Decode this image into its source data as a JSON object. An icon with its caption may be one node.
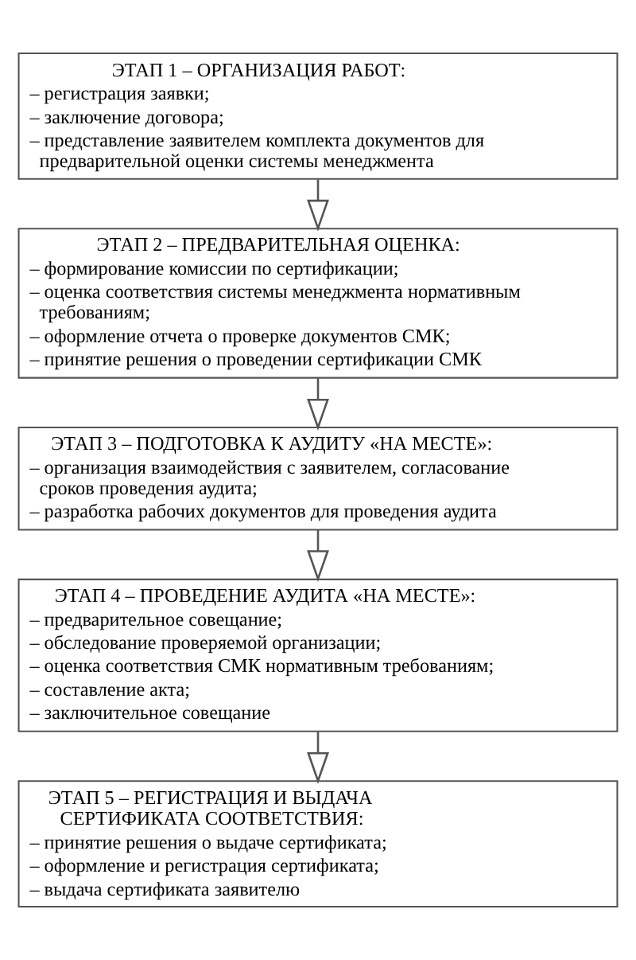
{
  "diagram": {
    "nodes": [
      {
        "text": [
          "ЭТАП 1 – ОРГАНИЗАЦИЯ РАБОТ:",
          "– регистрация заявки;",
          "– заключение договора;",
          "– представление заявителем комплекта документов для предварительной оценки системы менеджмента"
        ]
      },
      {
        "text": [
          "ЭТАП 2 – ПРЕДВАРИТЕЛЬНАЯ ОЦЕНКА:",
          "– формирование комиссии по сертификации;",
          "– оценка соответствия системы менеджмента нормативным требованиям;",
          "– оформление отчета о проверке документов СМК;",
          "– принятие решения о проведении сертификации СМК"
        ]
      },
      {
        "text": [
          "ЭТАП 3 – ПОДГОТОВКА К АУДИТУ «НА МЕСТЕ»:",
          "– организация взаимодействия с заявителем, согласование сроков проведения аудита;",
          "– разработка рабочих документов для проведения аудита"
        ]
      },
      {
        "text": [
          "ЭТАП 4 – ПРОВЕДЕНИЕ АУДИТА «НА МЕСТЕ»:",
          "– предварительное совещание;",
          "– обследование проверяемой организации;",
          "– оценка соответствия СМК нормативным требованиям;",
          "– составление акта;",
          "– заключительное совещание"
        ]
      },
      {
        "text": [
          "ЭТАП 5 – РЕГИСТРАЦИЯ И ВЫДАЧА СЕРТИФИКАТА СООТВЕТСТВИЯ:",
          "– принятие решения о выдаче сертификата;",
          "– оформление и регистрация сертификата;",
          "– выдача сертификата заявителю"
        ]
      }
    ],
    "edges": [
      {
        "from": 0,
        "to": 1,
        "arrow": "to"
      },
      {
        "from": 1,
        "to": 2,
        "arrow": "to"
      },
      {
        "from": 2,
        "to": 3,
        "arrow": "to"
      },
      {
        "from": 3,
        "to": 4,
        "arrow": "to"
      }
    ]
  }
}
